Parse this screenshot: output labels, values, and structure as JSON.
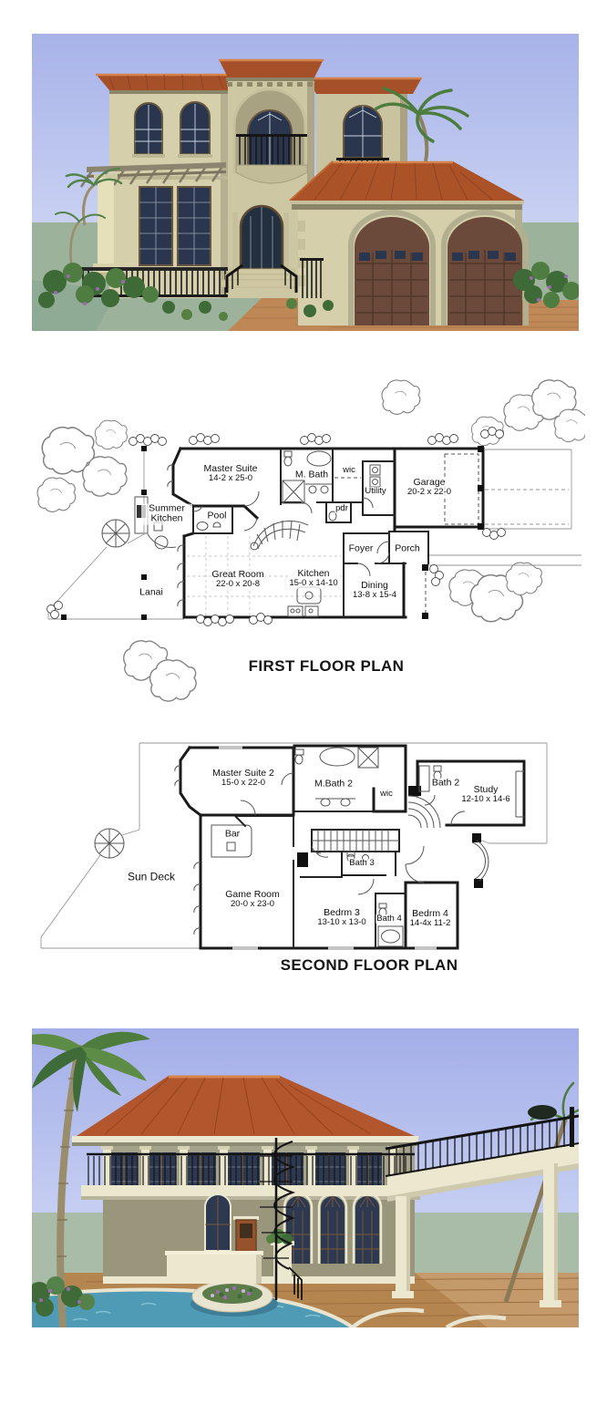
{
  "page": {
    "background": "#ffffff"
  },
  "sections": {
    "front_render": {
      "description": "Front exterior 3D rendering: two-story Mediterranean stucco house, terracotta tile roofs, arched windows, center arch balcony tower, pergola, black iron railings, two-car garage with arched brown doors, palms and shrubs",
      "colors": {
        "sky": "#a7b2e8",
        "ground": "#9db29a",
        "stucco": "#d5cfab",
        "stucco_shade": "#aaa485",
        "roof": "#a6502a",
        "roof_highlight": "#d4834a",
        "window_glass": "#2a364e",
        "garage_door": "#6b4a3b",
        "stone_trim": "#b2ae90",
        "railing": "#1b1b1b",
        "driveway": "#c08a58",
        "foliage": "#4c7c3e",
        "flower": "#9a6bb0"
      }
    },
    "first_floor_plan": {
      "title": "FIRST FLOOR PLAN",
      "rooms": [
        {
          "name": "Master Suite",
          "dims": "14-2 x 25-0"
        },
        {
          "name": "M. Bath"
        },
        {
          "name": "wic"
        },
        {
          "name": "Utility"
        },
        {
          "name": "Garage",
          "dims": "20-2 x 22-0"
        },
        {
          "name": "Summer Kitchen"
        },
        {
          "name": "Pool"
        },
        {
          "name": "pdr"
        },
        {
          "name": "Foyer"
        },
        {
          "name": "Porch"
        },
        {
          "name": "Great Room",
          "dims": "22-0 x 20-8"
        },
        {
          "name": "Kitchen",
          "dims": "15-0 x 14-10"
        },
        {
          "name": "Dining",
          "dims": "13-8 x 15-4"
        },
        {
          "name": "Lanai"
        }
      ]
    },
    "second_floor_plan": {
      "title": "SECOND FLOOR PLAN",
      "rooms": [
        {
          "name": "Master Suite 2",
          "dims": "15-0 x 22-0"
        },
        {
          "name": "M.Bath 2"
        },
        {
          "name": "wic"
        },
        {
          "name": "Bath 2"
        },
        {
          "name": "Study",
          "dims": "12-10 x 14-6"
        },
        {
          "name": "Bar"
        },
        {
          "name": "Sun Deck"
        },
        {
          "name": "Game Room",
          "dims": "20-0 x 23-0"
        },
        {
          "name": "Bath 3"
        },
        {
          "name": "Bedrm 3",
          "dims": "13-10 x 13-0"
        },
        {
          "name": "Bath 4"
        },
        {
          "name": "Bedrm 4",
          "dims": "14-4x 11-2"
        }
      ]
    },
    "rear_render": {
      "description": "Rear exterior 3D rendering: two-story columned veranda with black iron railing, wrap-around elevated sun deck on columns, spiral staircase, arched French doors, swimming pool with circular flower planter, brick patio and palm tree",
      "colors": {
        "sky": "#a3aee8",
        "ground": "#a9bca7",
        "stucco": "#a5a28b",
        "stucco_lower": "#99967c",
        "cream_trim": "#ece7cf",
        "roof": "#b2562d",
        "roof_highlight": "#d8854a",
        "window_glass": "#2c3950",
        "door": "#96522a",
        "railing": "#141414",
        "pool": "#4f9ab5",
        "patio": "#b5854f",
        "foliage": "#5c8c46",
        "flower": "#9a6bb0"
      }
    }
  }
}
